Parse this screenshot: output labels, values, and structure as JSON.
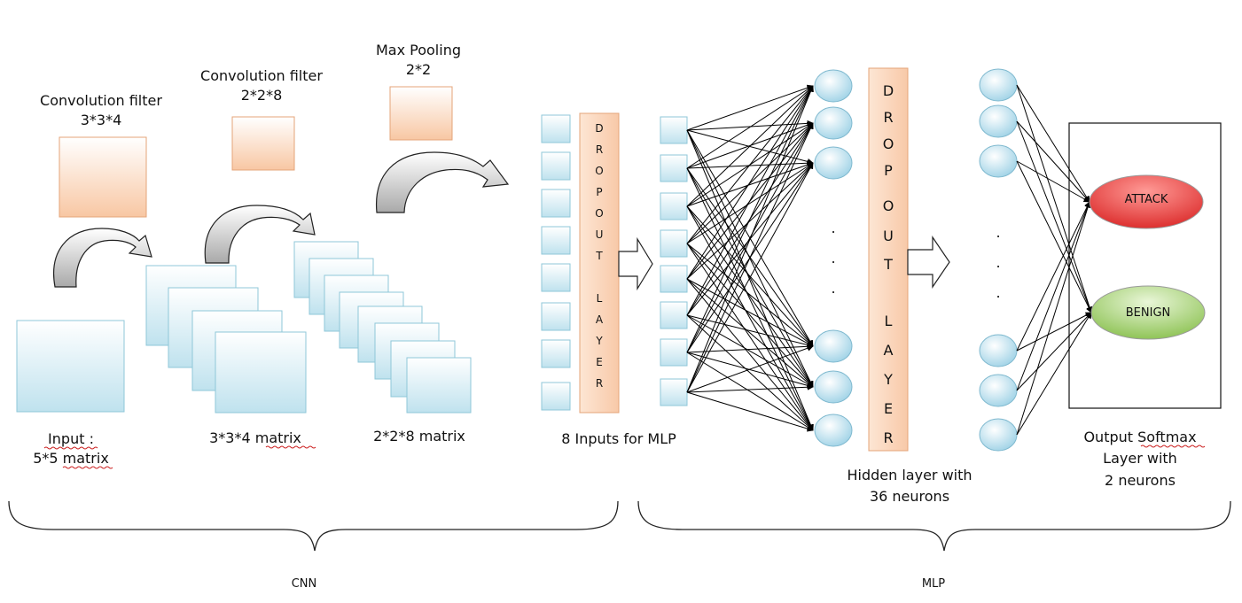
{
  "labels": {
    "conv_filter_1": [
      "Convolution filter",
      "3*3*4"
    ],
    "conv_filter_2": [
      "Convolution filter",
      "2*2*8"
    ],
    "max_pooling": [
      "Max Pooling",
      "2*2"
    ],
    "input": [
      "Input :",
      "5*5 matrix"
    ],
    "conv_matrix_1": "3*3*4  matrix",
    "conv_matrix_2": "2*2*8 matrix",
    "mlp_inputs": "8 Inputs for MLP",
    "hidden_layer": [
      "Hidden layer with",
      "36 neurons"
    ],
    "output_layer": [
      "Output Softmax",
      "Layer with",
      "2 neurons"
    ],
    "cnn_section": "CNN",
    "mlp_section": "MLP",
    "dropout_letters_1": [
      "D",
      "R",
      "O",
      "P",
      "O",
      "U",
      "T",
      "",
      "L",
      "A",
      "Y",
      "E",
      "R"
    ],
    "dropout_letters_2": [
      "D",
      "R",
      "O",
      "P",
      "O",
      "U",
      "T",
      "",
      "L",
      "A",
      "Y",
      "E",
      "R"
    ],
    "ellipsis": ".",
    "class_attack": "ATTACK",
    "class_benign": "BENIGN"
  },
  "colors": {
    "filter_fill": "#fbd8bf",
    "filter_stroke": "#e0a27a",
    "matrix_fill": "#dff1f7",
    "matrix_stroke": "#8fc7d8",
    "neuron_fill": "#cfe9f3",
    "attack_fill": "#e8312f",
    "benign_fill": "#94c957",
    "arrow_fill": "#c8c8c8"
  }
}
